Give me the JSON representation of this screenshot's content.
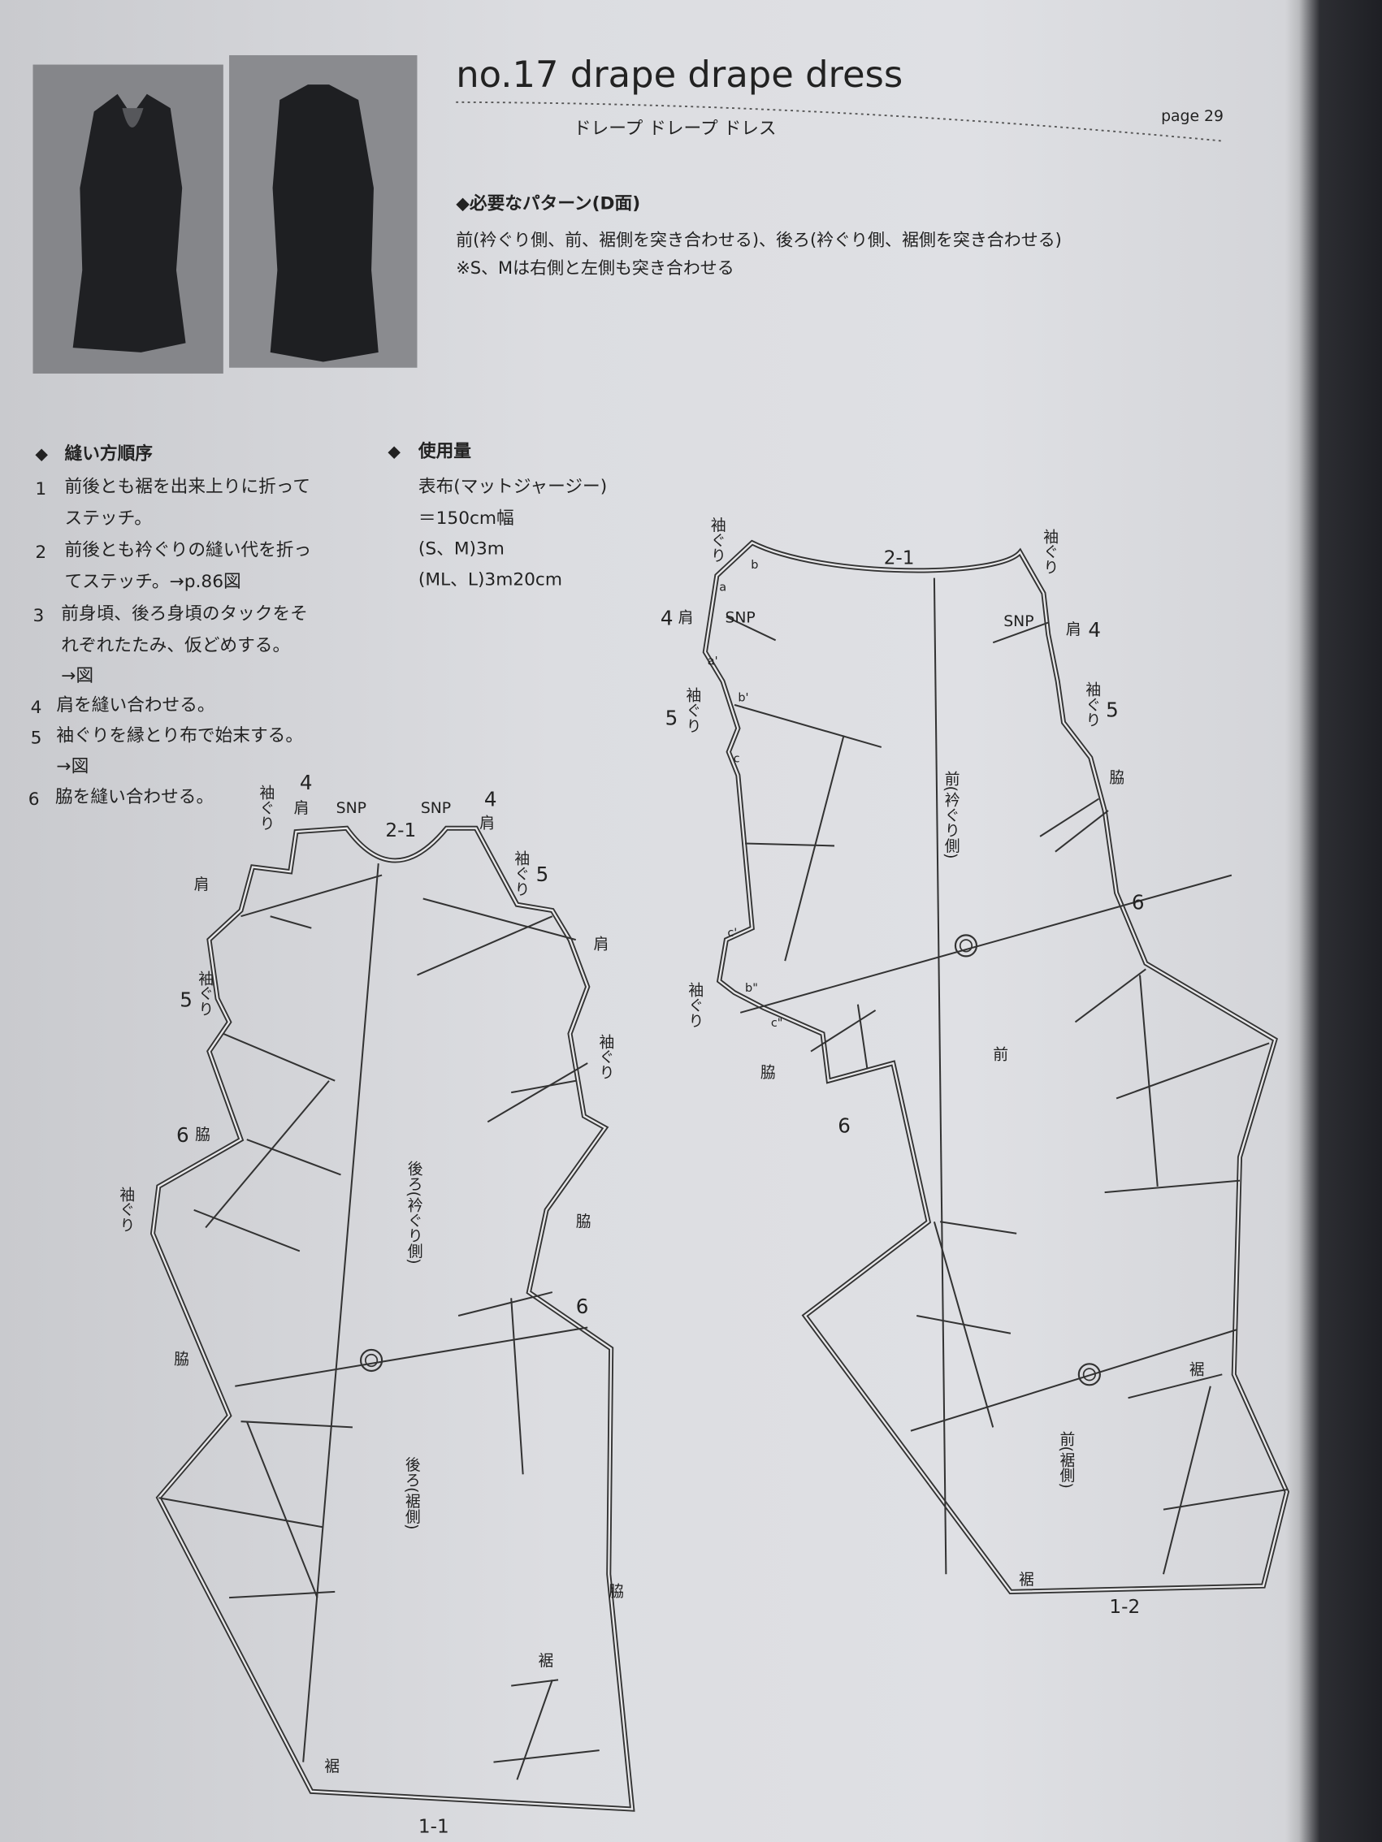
{
  "header": {
    "title": "no.17  drape drape dress",
    "subtitle": "ドレープ ドレープ ドレス",
    "page": "page 29"
  },
  "patterns_needed": {
    "heading": "◆必要なパターン(D面)",
    "line1": "前(衿ぐり側、前、裾側を突き合わせる)、後ろ(衿ぐり側、裾側を突き合わせる)",
    "line2": "※S、Mは右側と左側も突き合わせる"
  },
  "sewing_order": {
    "bullet": "◆",
    "heading": "縫い方順序",
    "steps": [
      {
        "num": "1",
        "line1": "前後とも裾を出来上りに折って",
        "line2": "ステッチ。"
      },
      {
        "num": "2",
        "line1": "前後とも衿ぐりの縫い代を折っ",
        "line2": "てステッチ。→p.86図"
      },
      {
        "num": "3",
        "line1": "前身頃、後ろ身頃のタックをそ",
        "line2": "れぞれたたみ、仮どめする。",
        "line3": "→図"
      },
      {
        "num": "4",
        "line1": "肩を縫い合わせる。"
      },
      {
        "num": "5",
        "line1": "袖ぐりを縁とり布で始末する。",
        "line2": "→図"
      },
      {
        "num": "6",
        "line1": "脇を縫い合わせる。"
      }
    ]
  },
  "fabric": {
    "bullet": "◆",
    "heading": "使用量",
    "lines": [
      "表布(マットジャージー)",
      "＝150cm幅",
      "(S、M)3m",
      "(ML、L)3m20cm"
    ]
  },
  "diagram": {
    "back": {
      "n4a": "4",
      "shoulder_a": "肩",
      "armhole_a": "袖ぐり",
      "snp_a": "SNP",
      "center": "2-1",
      "snp_b": "SNP",
      "n4b": "4",
      "shoulder_b": "肩",
      "armhole_b": "袖ぐり",
      "n5a": "5",
      "shoulder_c": "肩",
      "shoulder_d": "肩",
      "armhole_c": "袖ぐり",
      "n5b": "5",
      "armhole_d": "袖ぐり",
      "n6a": "6",
      "side_a": "脇",
      "armhole_e": "袖ぐり",
      "upper_label": "後ろ(衿ぐり側)",
      "side_b": "脇",
      "n6b": "6",
      "side_c": "脇",
      "lower_label": "後ろ(裾側)",
      "side_d": "脇",
      "hem_a": "裾",
      "hem_b": "裾",
      "bottom": "1-1"
    },
    "front": {
      "armhole_a": "袖ぐり",
      "b": "b",
      "a": "a",
      "center": "2-1",
      "armhole_b": "袖ぐり",
      "n4a": "4",
      "shoulder_a": "肩",
      "snp_a": "SNP",
      "snp_b": "SNP",
      "shoulder_b": "肩",
      "n4b": "4",
      "a2": "a'",
      "armhole_c": "袖ぐり",
      "n5a": "5",
      "b2": "b'",
      "c": "c",
      "armhole_d": "袖ぐり",
      "n5b": "5",
      "upper_label": "前(衿ぐり側)",
      "side_a": "脇",
      "n6a": "6",
      "c2": "c'",
      "b3": "b\"",
      "armhole_e": "袖ぐり",
      "c3": "c\"",
      "side_b": "脇",
      "mid_label": "前",
      "n6b": "6",
      "hem_a": "裾",
      "lower_label": "前(裾側)",
      "hem_b": "裾",
      "bottom": "1-2"
    }
  }
}
